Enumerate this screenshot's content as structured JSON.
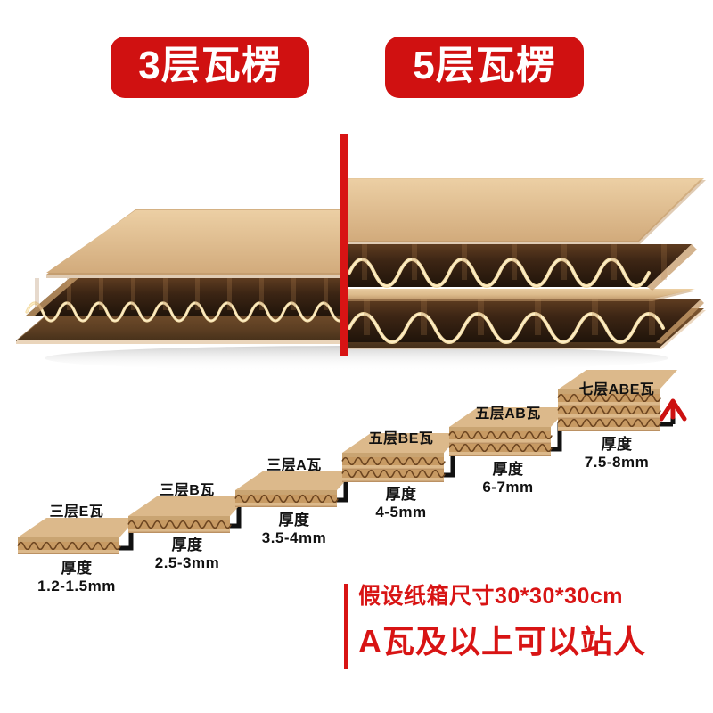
{
  "badges": [
    {
      "id": "badge-3",
      "label": "3层瓦楞"
    },
    {
      "id": "badge-5",
      "label": "5层瓦楞"
    }
  ],
  "hero": {
    "left_panel_name": "3-layer corrugated cutaway",
    "right_panel_name": "5-layer corrugated cutaway",
    "divider_color": "#d81414",
    "liner_color": "#dcbb8c",
    "flute_dark_color": "#3a2414",
    "flute_line_color": "#f3dca6",
    "bottom_liner_color": "#6d4a2a"
  },
  "staircase": {
    "arrow_color": "#cc1111",
    "line_color": "#111111",
    "steps": [
      {
        "name": "三层E瓦",
        "thickness_label": "厚度",
        "thickness_value": "1.2-1.5mm",
        "flutes": 1
      },
      {
        "name": "三层B瓦",
        "thickness_label": "厚度",
        "thickness_value": "2.5-3mm",
        "flutes": 1
      },
      {
        "name": "三层A瓦",
        "thickness_label": "厚度",
        "thickness_value": "3.5-4mm",
        "flutes": 1
      },
      {
        "name": "五层BE瓦",
        "thickness_label": "厚度",
        "thickness_value": "4-5mm",
        "flutes": 2
      },
      {
        "name": "五层AB瓦",
        "thickness_label": "厚度",
        "thickness_value": "6-7mm",
        "flutes": 2
      },
      {
        "name": "七层ABE瓦",
        "thickness_label": "厚度",
        "thickness_value": "7.5-8mm",
        "flutes": 3
      }
    ]
  },
  "notice": {
    "line1": "假设纸箱尺寸30*30*30cm",
    "line2": "A瓦及以上可以站人",
    "color": "#d81414"
  }
}
